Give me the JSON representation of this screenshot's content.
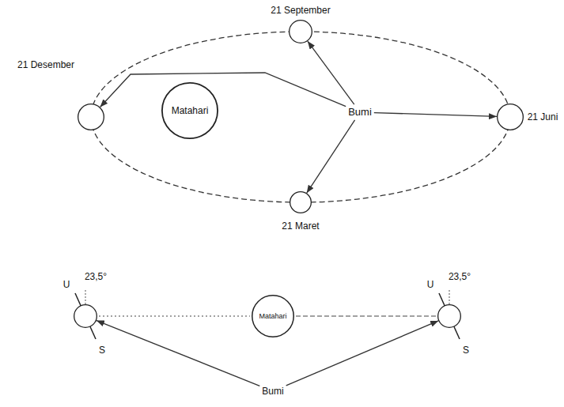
{
  "diagram": {
    "nodes": [
      {
        "text": [
          "Matahari"
        ]
      },
      {
        "text": [
          "Bumi"
        ]
      },
      {
        "text": [
          "21 September"
        ]
      },
      {
        "text": [
          "21 Desember"
        ]
      },
      {
        "text": [
          "21 Juni"
        ]
      },
      {
        "text": [
          "21 Maret"
        ]
      },
      {
        "text": [
          "Matahari"
        ]
      },
      {
        "text": [
          "Bumi"
        ]
      },
      {
        "text": [
          "U",
          "23,5°",
          "S"
        ]
      },
      {
        "text": [
          "U",
          "23,5°",
          "S"
        ]
      }
    ],
    "edges": [
      {
        "from": 1,
        "to": 2,
        "arrow": "to"
      },
      {
        "from": 1,
        "to": 3,
        "arrow": "to"
      },
      {
        "from": 1,
        "to": 4,
        "arrow": "to"
      },
      {
        "from": 1,
        "to": 5,
        "arrow": "to"
      },
      {
        "from": 7,
        "to": 8,
        "arrow": "to"
      },
      {
        "from": 7,
        "to": 9,
        "arrow": "to"
      }
    ]
  }
}
